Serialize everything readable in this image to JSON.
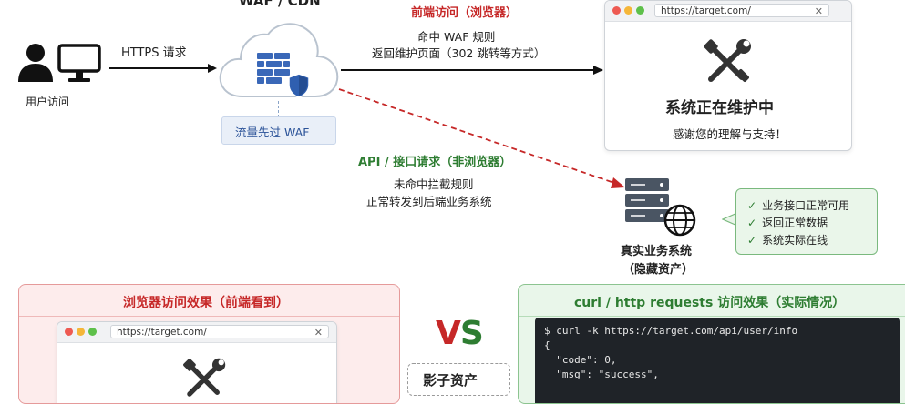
{
  "waf": {
    "title": "WAF / CDN",
    "note": "流量先过 WAF"
  },
  "user": {
    "label": "用户访问",
    "request": "HTTPS 请求"
  },
  "browser_path": {
    "title": "前端访问（浏览器）",
    "line1": "命中 WAF 规则",
    "line2": "返回维护页面（302 跳转等方式）"
  },
  "api_path": {
    "title": "API / 接口请求（非浏览器）",
    "line1": "未命中拦截规则",
    "line2": "正常转发到后端业务系统"
  },
  "maintenance_browser": {
    "url": "https://target.com/",
    "close": "✕",
    "heading": "系统正在维护中",
    "message": "感谢您的理解与支持！"
  },
  "backend": {
    "line1": "真实业务系统",
    "line2": "（隐藏资产）",
    "checks": [
      "业务接口正常可用",
      "返回正常数据",
      "系统实际在线"
    ]
  },
  "panel_left": {
    "title": "浏览器访问效果（前端看到）",
    "url": "https://target.com/",
    "close": "✕"
  },
  "vs": {
    "v": "V",
    "s": "S",
    "badge": "影子资产"
  },
  "panel_right": {
    "title": "curl / http requests 访问效果（实际情况）",
    "code": [
      "$ curl -k https://target.com/api/user/info",
      "{",
      "  \"code\": 0,",
      "  \"msg\": \"success\","
    ]
  },
  "colors": {
    "red": "#c62828",
    "green": "#2e7d32",
    "red_bg": "#fdecec",
    "green_bg": "#e9f6ea",
    "terminal": "#1f2328"
  }
}
